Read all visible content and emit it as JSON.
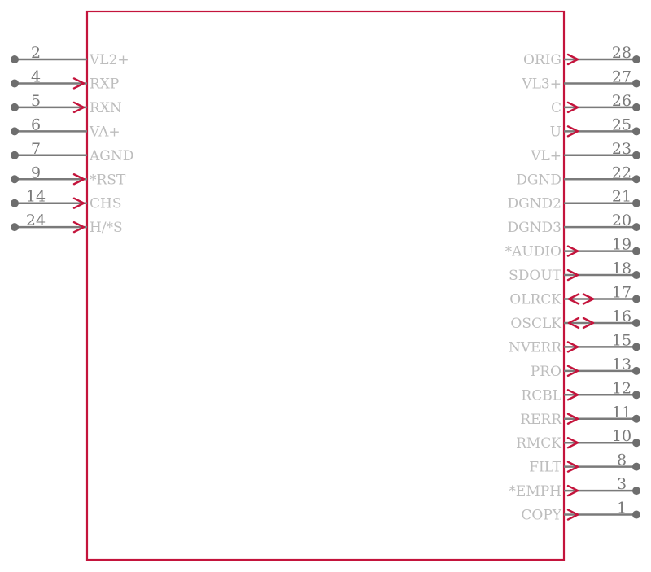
{
  "component": {
    "colors": {
      "body": "#c4143c",
      "arrow": "#c4143c",
      "pin_line": "#7a7a7a",
      "pin_dot": "#6e6e6e",
      "pin_number": "#7a7a7a",
      "pin_name": "#bdbdbd"
    },
    "left_pins": [
      {
        "number": "2",
        "name": "VL2+",
        "direction": "none"
      },
      {
        "number": "4",
        "name": "RXP",
        "direction": "in"
      },
      {
        "number": "5",
        "name": "RXN",
        "direction": "in"
      },
      {
        "number": "6",
        "name": "VA+",
        "direction": "none"
      },
      {
        "number": "7",
        "name": "AGND",
        "direction": "none"
      },
      {
        "number": "9",
        "name": "*RST",
        "direction": "in"
      },
      {
        "number": "14",
        "name": "CHS",
        "direction": "in"
      },
      {
        "number": "24",
        "name": "H/*S",
        "direction": "in"
      }
    ],
    "right_pins": [
      {
        "number": "28",
        "name": "ORIG",
        "direction": "out"
      },
      {
        "number": "27",
        "name": "VL3+",
        "direction": "none"
      },
      {
        "number": "26",
        "name": "C",
        "direction": "out"
      },
      {
        "number": "25",
        "name": "U",
        "direction": "out"
      },
      {
        "number": "23",
        "name": "VL+",
        "direction": "none"
      },
      {
        "number": "22",
        "name": "DGND",
        "direction": "none"
      },
      {
        "number": "21",
        "name": "DGND2",
        "direction": "none"
      },
      {
        "number": "20",
        "name": "DGND3",
        "direction": "none"
      },
      {
        "number": "19",
        "name": "*AUDIO",
        "direction": "out"
      },
      {
        "number": "18",
        "name": "SDOUT",
        "direction": "out"
      },
      {
        "number": "17",
        "name": "OLRCK",
        "direction": "bidir"
      },
      {
        "number": "16",
        "name": "OSCLK",
        "direction": "bidir"
      },
      {
        "number": "15",
        "name": "NVERR",
        "direction": "out"
      },
      {
        "number": "13",
        "name": "PRO",
        "direction": "out"
      },
      {
        "number": "12",
        "name": "RCBL",
        "direction": "out"
      },
      {
        "number": "11",
        "name": "RERR",
        "direction": "out"
      },
      {
        "number": "10",
        "name": "RMCK",
        "direction": "out"
      },
      {
        "number": "8",
        "name": "FILT",
        "direction": "out"
      },
      {
        "number": "3",
        "name": "*EMPH",
        "direction": "out"
      },
      {
        "number": "1",
        "name": "COPY",
        "direction": "out"
      }
    ]
  }
}
